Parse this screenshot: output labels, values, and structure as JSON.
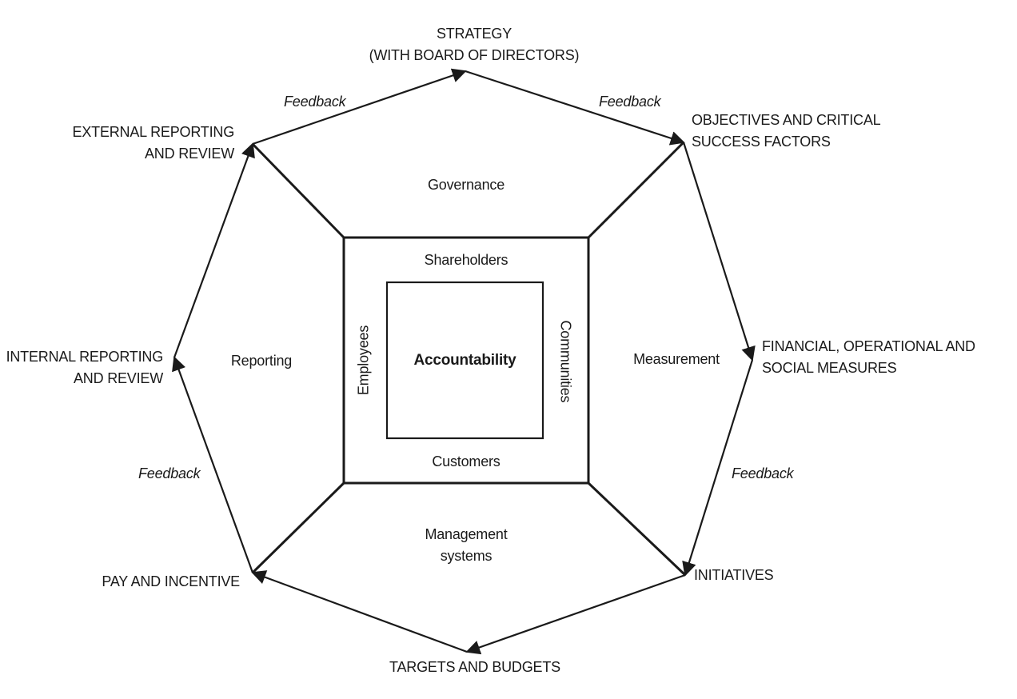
{
  "nodes": {
    "strategy": [
      "STRATEGY",
      "(WITH BOARD OF DIRECTORS)"
    ],
    "objectives": [
      "OBJECTIVES AND CRITICAL",
      "SUCCESS FACTORS"
    ],
    "measures": [
      "FINANCIAL, OPERATIONAL AND",
      "SOCIAL MEASURES"
    ],
    "initiatives": [
      "INITIATIVES"
    ],
    "targets": [
      "TARGETS AND BUDGETS"
    ],
    "pay": [
      "PAY AND INCENTIVE"
    ],
    "internal": [
      "INTERNAL REPORTING",
      "AND REVIEW"
    ],
    "external": [
      "EXTERNAL REPORTING",
      "AND REVIEW"
    ]
  },
  "feedback_label": "Feedback",
  "regions": {
    "governance": "Governance",
    "measurement": "Measurement",
    "management": [
      "Management",
      "systems"
    ],
    "reporting": "Reporting"
  },
  "stakeholders": {
    "top": "Shareholders",
    "bottom": "Customers",
    "left": "Employees",
    "right": "Communities"
  },
  "center": "Accountability"
}
